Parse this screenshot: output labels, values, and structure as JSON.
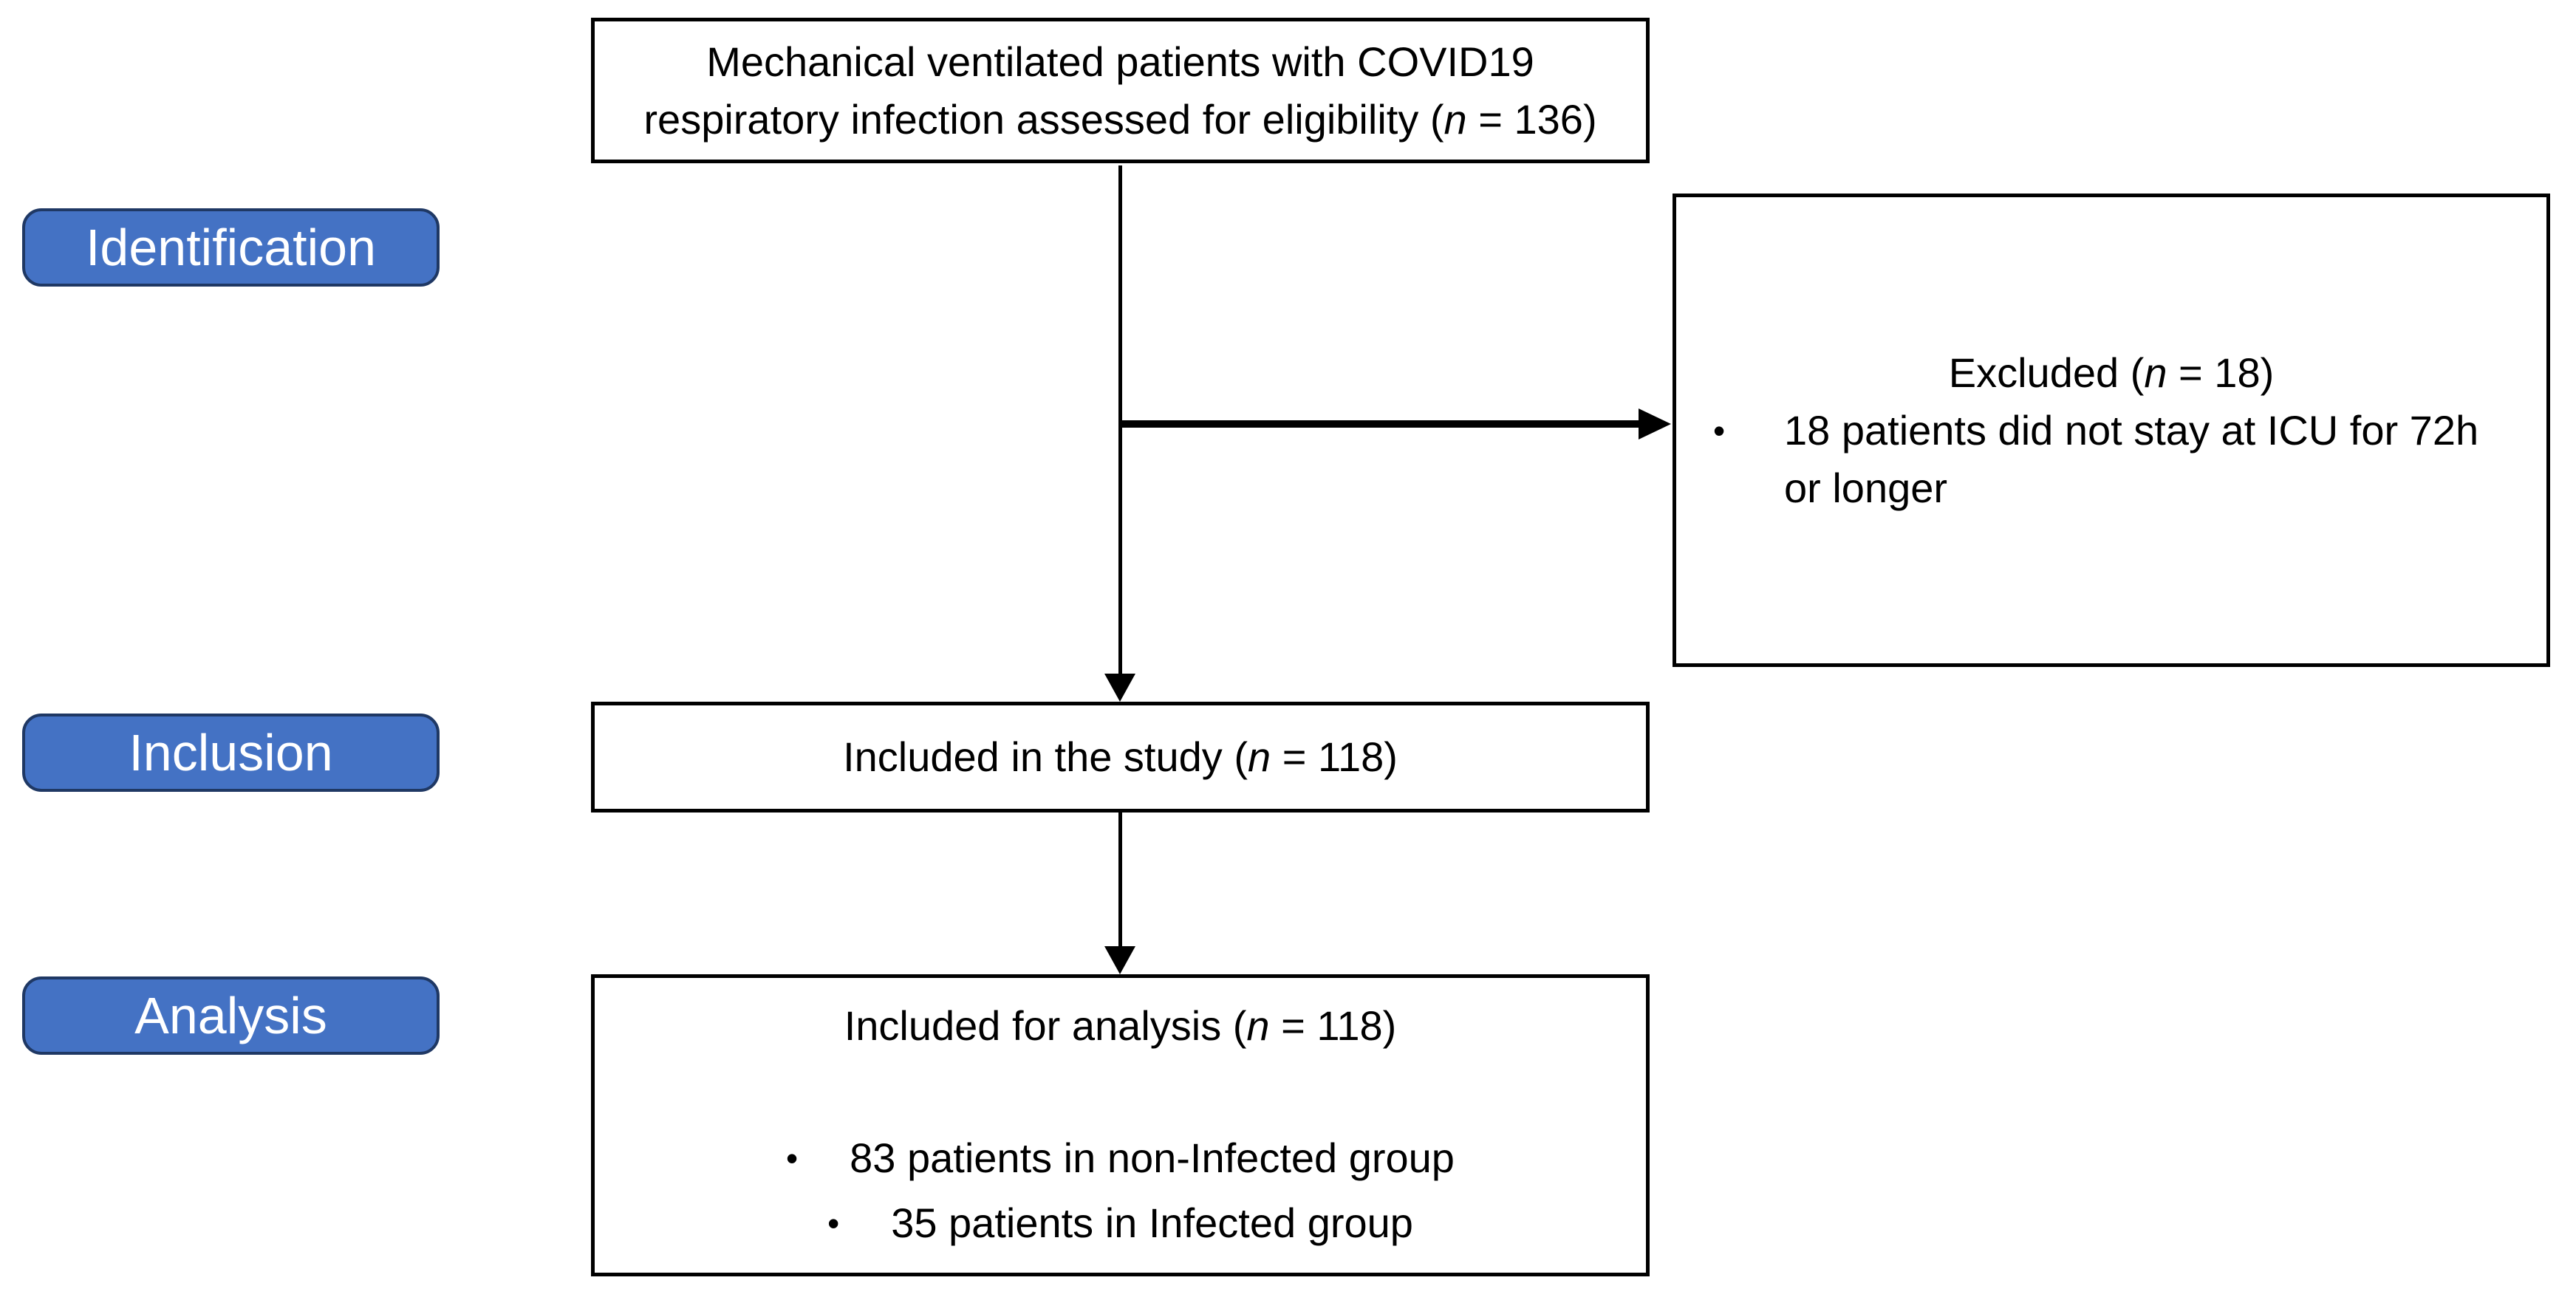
{
  "colors": {
    "background": "#ffffff",
    "box_fill": "#ffffff",
    "box_border": "#000000",
    "text": "#000000",
    "arrow": "#000000",
    "badge_fill": "#4472c4",
    "badge_border": "#1f3864",
    "badge_text": "#ffffff"
  },
  "bullet_glyph": "•",
  "stages": {
    "identification": "Identification",
    "inclusion": "Inclusion",
    "analysis": "Analysis"
  },
  "boxes": {
    "eligibility": {
      "line1": "Mechanical ventilated patients with COVID19",
      "line2_prefix": "respiratory infection assessed for eligibility (",
      "n_symbol": "n",
      "line2_suffix": " = 136)"
    },
    "excluded": {
      "title_prefix": "Excluded (",
      "n_symbol": "n",
      "title_suffix": " = 18)",
      "bullets": [
        "18 patients did not stay at ICU for 72h or longer"
      ]
    },
    "included": {
      "prefix": "Included in the study (",
      "n_symbol": "n",
      "suffix": " = 118)"
    },
    "analysis": {
      "title_prefix": "Included for analysis (",
      "n_symbol": "n",
      "title_suffix": " = 118)",
      "bullets": [
        "83 patients in non-Infected group",
        "35 patients in Infected group"
      ]
    }
  }
}
